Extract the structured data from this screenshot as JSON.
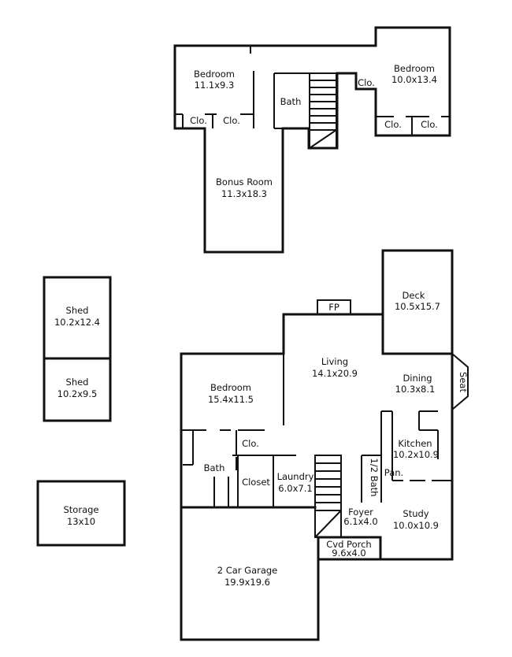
{
  "rooms": {
    "upper_bedroom_left": {
      "name": "Bedroom",
      "dims": "11.1x9.3"
    },
    "upper_bedroom_right": {
      "name": "Bedroom",
      "dims": "10.0x13.4"
    },
    "upper_bath": {
      "name": "Bath"
    },
    "bonus_room": {
      "name": "Bonus Room",
      "dims": "11.3x18.3"
    },
    "upper_clo_1": {
      "name": "Clo."
    },
    "upper_clo_2": {
      "name": "Clo."
    },
    "upper_clo_3": {
      "name": "Clo."
    },
    "upper_clo_4": {
      "name": "Clo."
    },
    "upper_clo_5": {
      "name": "Clo."
    },
    "shed_1": {
      "name": "Shed",
      "dims": "10.2x12.4"
    },
    "shed_2": {
      "name": "Shed",
      "dims": "10.2x9.5"
    },
    "storage": {
      "name": "Storage",
      "dims": "13x10"
    },
    "deck": {
      "name": "Deck",
      "dims": "10.5x15.7"
    },
    "fireplace": {
      "name": "FP"
    },
    "living": {
      "name": "Living",
      "dims": "14.1x20.9"
    },
    "dining": {
      "name": "Dining",
      "dims": "10.3x8.1"
    },
    "seat": {
      "name": "Seat"
    },
    "main_bedroom": {
      "name": "Bedroom",
      "dims": "15.4x11.5"
    },
    "main_clo": {
      "name": "Clo."
    },
    "main_bath": {
      "name": "Bath"
    },
    "closet": {
      "name": "Closet"
    },
    "laundry": {
      "name": "Laundry",
      "dims": "6.0x7.1"
    },
    "kitchen": {
      "name": "Kitchen",
      "dims": "10.2x10.9"
    },
    "pantry": {
      "name": "Pan."
    },
    "half_bath": {
      "name": "1/2 Bath"
    },
    "foyer": {
      "name": "Foyer",
      "dims": "6.1x4.0"
    },
    "study": {
      "name": "Study",
      "dims": "10.0x10.9"
    },
    "porch": {
      "name": "Cvd Porch",
      "dims": "9.6x4.0"
    },
    "garage": {
      "name": "2 Car Garage",
      "dims": "19.9x19.6"
    }
  }
}
